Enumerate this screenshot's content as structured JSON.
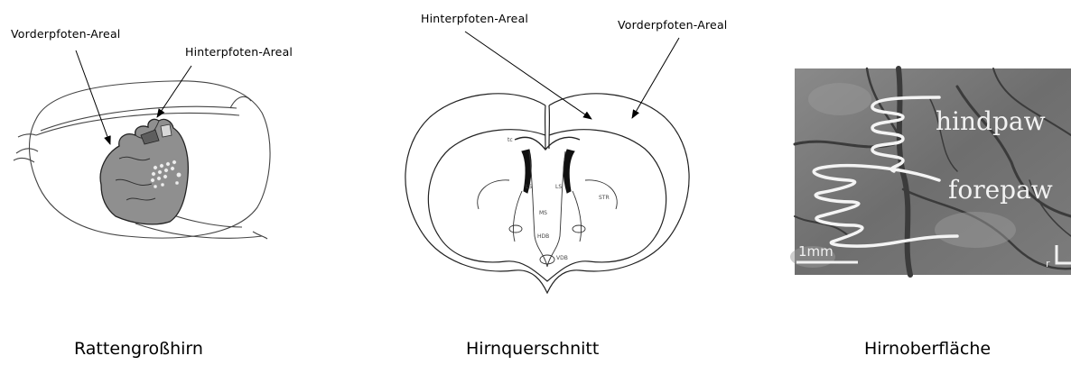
{
  "panels": [
    {
      "caption": "Rattengroßhirn",
      "labels": [
        "Vorderpfoten-Areal",
        "Hinterpfoten-Areal"
      ]
    },
    {
      "caption": "Hirnquerschnitt",
      "labels": [
        "Hinterpfoten-Areal",
        "Vorderpfoten-Areal"
      ],
      "region_labels": [
        "LS",
        "LS",
        "STR",
        "MS",
        "HDB",
        "VDB",
        "tc"
      ]
    },
    {
      "caption": "Hirnoberfläche",
      "overlay": {
        "hindpaw": "hindpaw",
        "forepaw": "forepaw",
        "scale_bar": "1mm",
        "corner": "r"
      }
    }
  ]
}
